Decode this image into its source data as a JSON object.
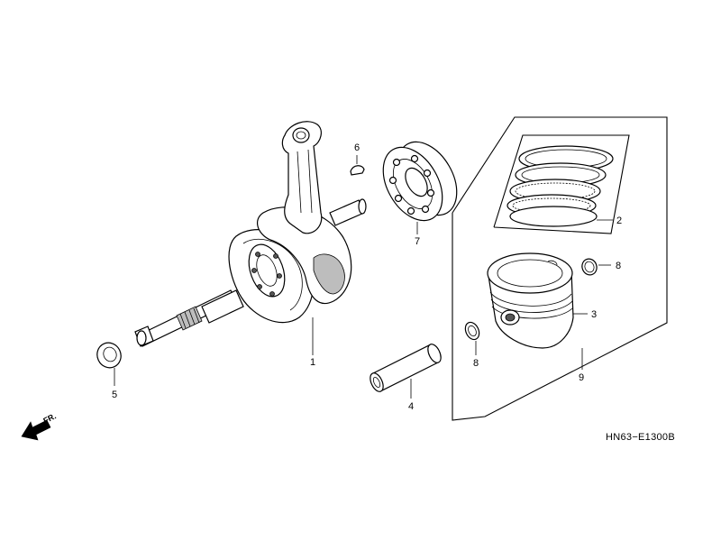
{
  "diagram_code": "HN63−E1300B",
  "front_indicator": "FR.",
  "callouts": {
    "crankshaft": "1",
    "piston_ring_set": "2",
    "piston": "3",
    "piston_pin": "4",
    "thrust_washer": "5",
    "woodruff_key": "6",
    "radial_bearing": "7",
    "piston_pin_clip_right": "8",
    "piston_pin_clip_lower": "8",
    "piston_kit": "9"
  }
}
